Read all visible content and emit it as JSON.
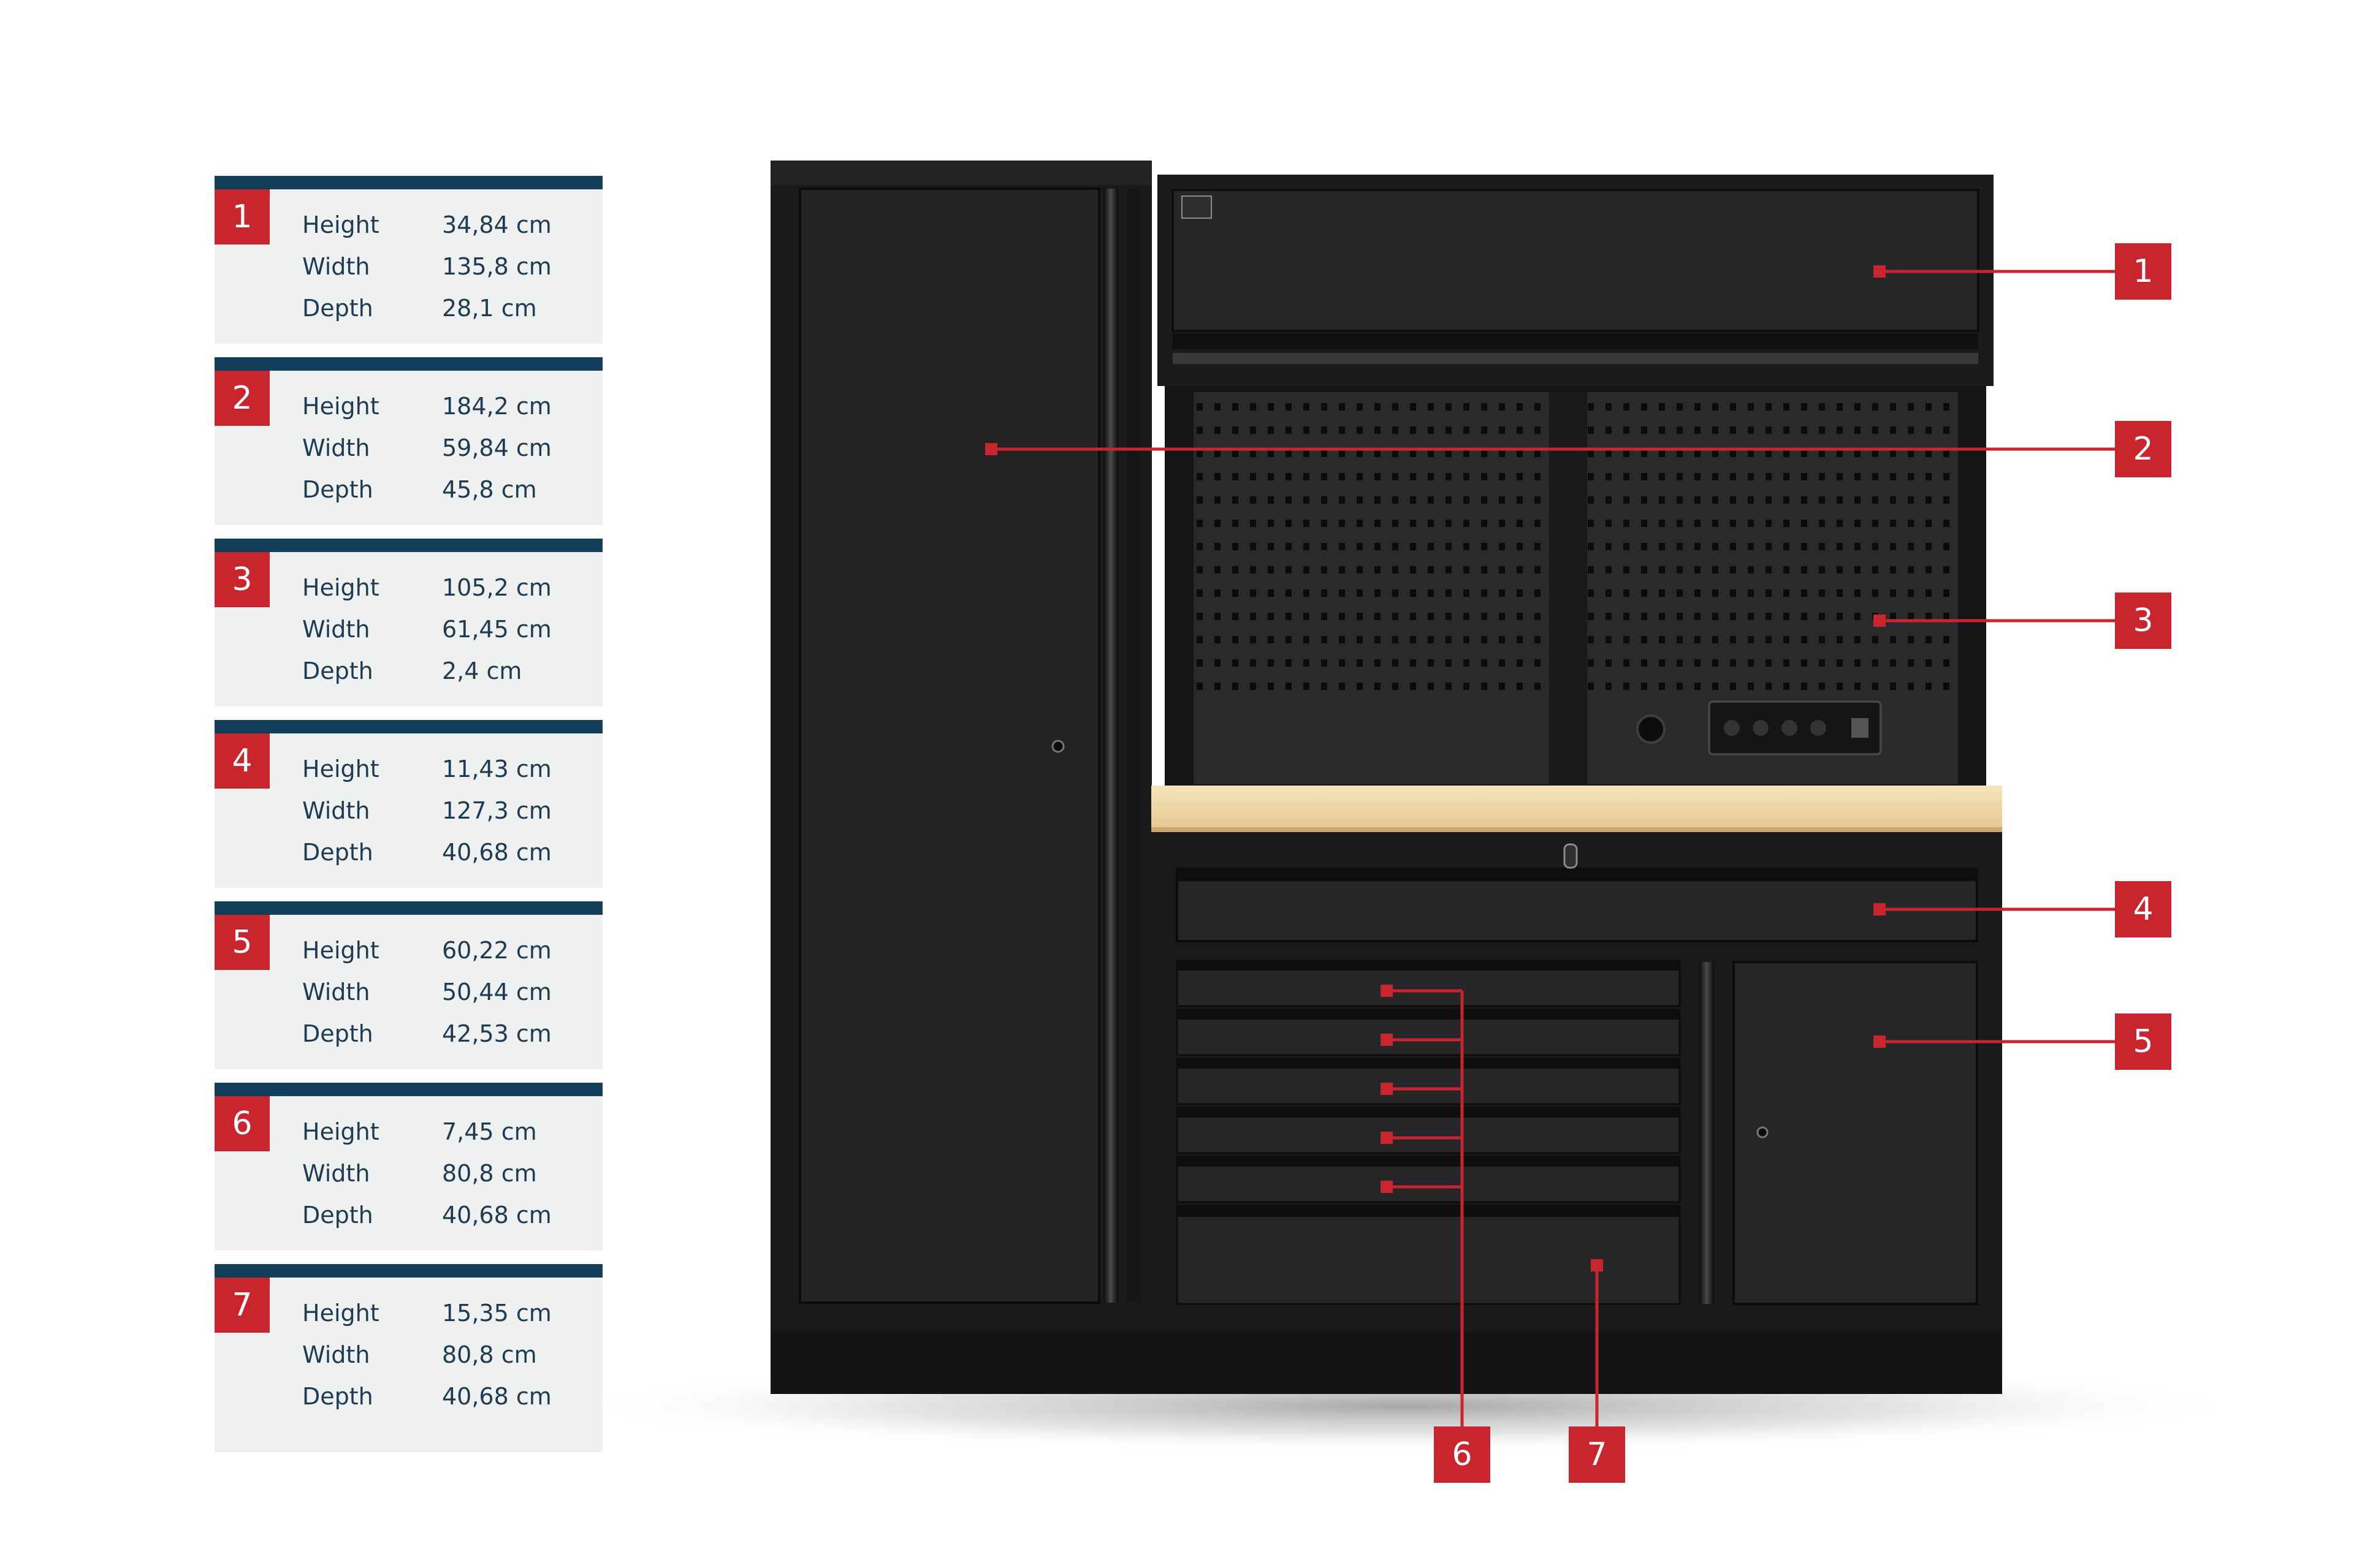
{
  "specs": [
    {
      "number": "1",
      "rows": [
        {
          "label": "Height",
          "value": "34,84 cm"
        },
        {
          "label": "Width",
          "value": "135,8 cm"
        },
        {
          "label": "Depth",
          "value": "28,1 cm"
        }
      ]
    },
    {
      "number": "2",
      "rows": [
        {
          "label": "Height",
          "value": "184,2 cm"
        },
        {
          "label": "Width",
          "value": "59,84 cm"
        },
        {
          "label": "Depth",
          "value": "45,8 cm"
        }
      ]
    },
    {
      "number": "3",
      "rows": [
        {
          "label": "Height",
          "value": "105,2 cm"
        },
        {
          "label": "Width",
          "value": "61,45 cm"
        },
        {
          "label": "Depth",
          "value": "2,4 cm"
        }
      ]
    },
    {
      "number": "4",
      "rows": [
        {
          "label": "Height",
          "value": "11,43 cm"
        },
        {
          "label": "Width",
          "value": "127,3 cm"
        },
        {
          "label": "Depth",
          "value": "40,68 cm"
        }
      ]
    },
    {
      "number": "5",
      "rows": [
        {
          "label": "Height",
          "value": "60,22 cm"
        },
        {
          "label": "Width",
          "value": "50,44 cm"
        },
        {
          "label": "Depth",
          "value": "42,53 cm"
        }
      ]
    },
    {
      "number": "6",
      "rows": [
        {
          "label": "Height",
          "value": "7,45 cm"
        },
        {
          "label": "Width",
          "value": "80,8 cm"
        },
        {
          "label": "Depth",
          "value": "40,68 cm"
        }
      ]
    },
    {
      "number": "7",
      "rows": [
        {
          "label": "Height",
          "value": "15,35 cm"
        },
        {
          "label": "Width",
          "value": "80,8 cm"
        },
        {
          "label": "Depth",
          "value": "40,68 cm"
        }
      ]
    }
  ],
  "callouts": {
    "c1": "1",
    "c2": "2",
    "c3": "3",
    "c4": "4",
    "c5": "5",
    "c6": "6",
    "c7": "7"
  },
  "colors": {
    "accent": "#c8252f",
    "header_bar": "#123e59",
    "panel_bg": "#eff0f0",
    "text": "#1d3b52",
    "cabinet": "#1f1f21",
    "worktop": "#efd8aa"
  }
}
